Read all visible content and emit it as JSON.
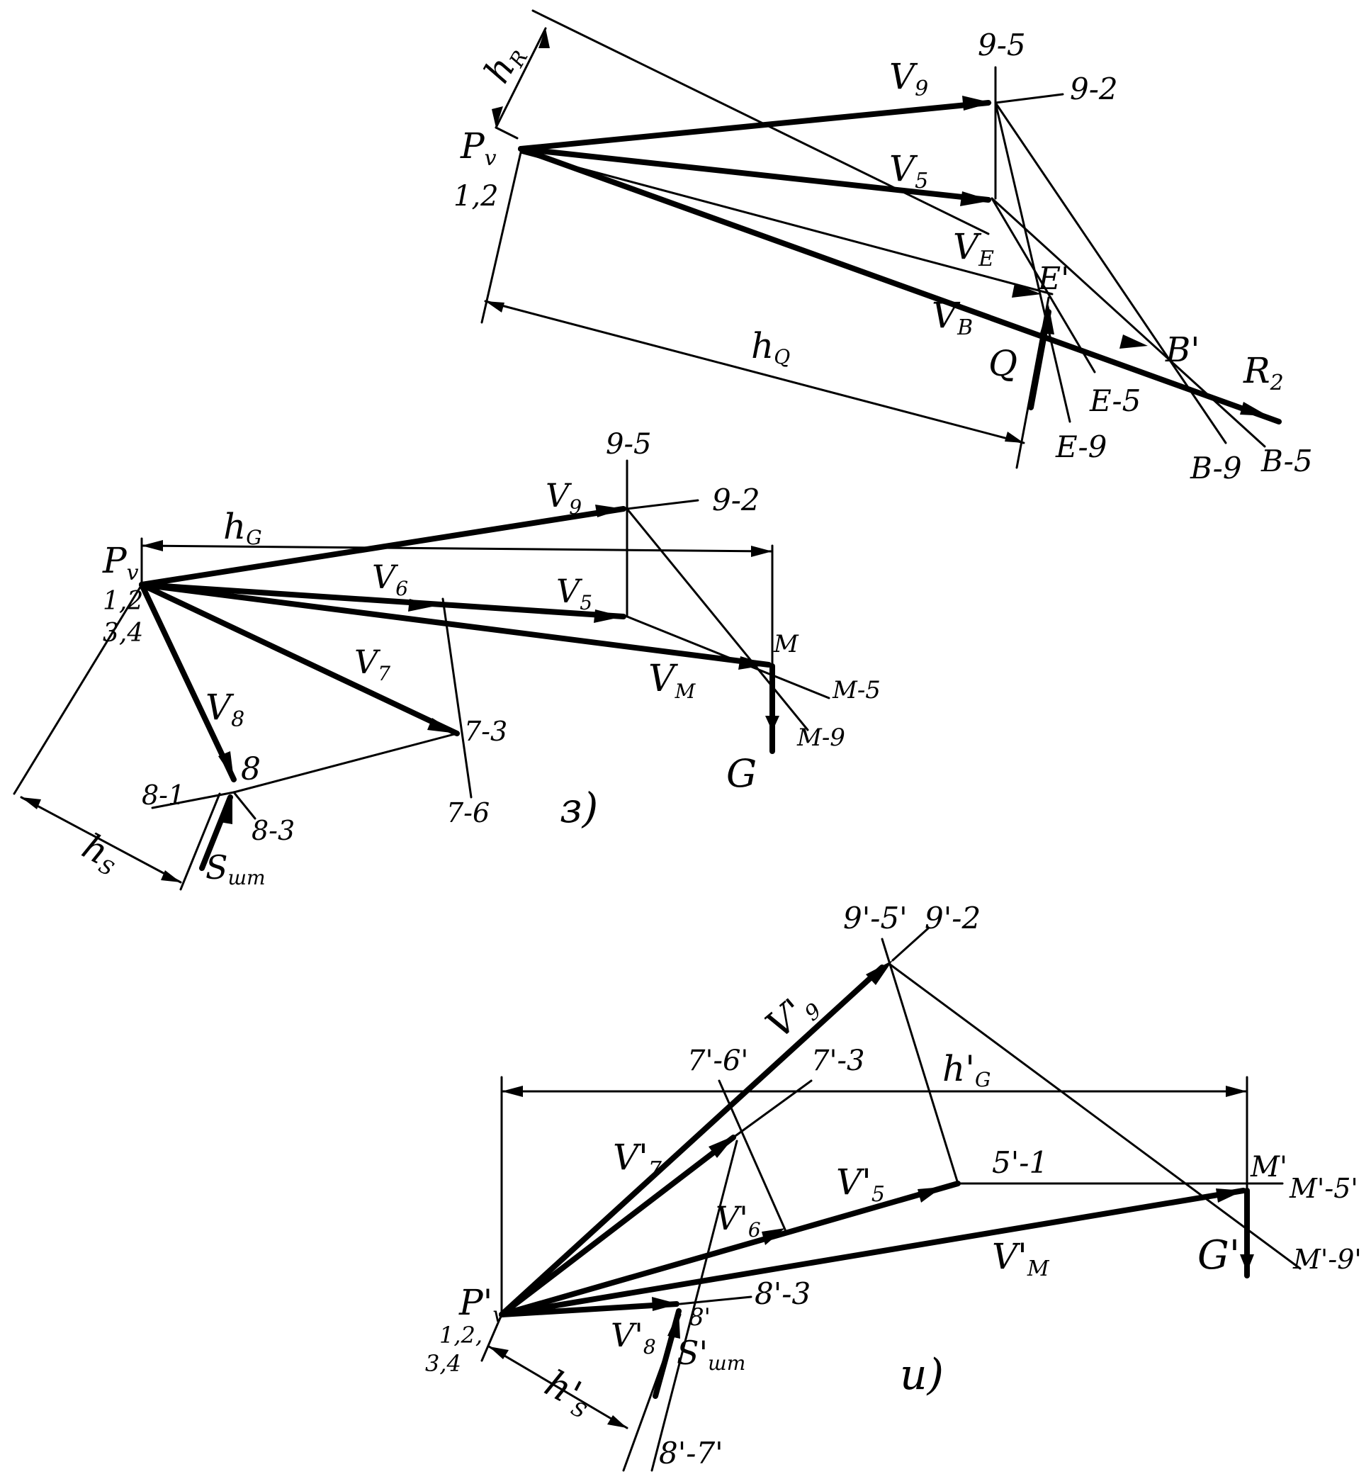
{
  "diagram_top": {
    "pole": "P",
    "pole_sub": "v",
    "pole_groups": "1,2",
    "h_r": "h",
    "h_r_sub": "R",
    "h_q": "h",
    "h_q_sub": "Q",
    "v9": "V",
    "v9_sub": "9",
    "v5": "V",
    "v5_sub": "5",
    "ve": "V",
    "ve_sub": "E",
    "vb": "V",
    "vb_sub": "B",
    "q": "Q",
    "r2": "R",
    "r2_sub": "2",
    "e_point": "E'",
    "b_point": "B'",
    "l_9_5": "9-5",
    "l_9_2": "9-2",
    "l_e_5": "E-5",
    "l_e_9": "E-9",
    "l_b_9": "B-9",
    "l_b_5": "B-5"
  },
  "diagram_mid": {
    "pole": "P",
    "pole_sub": "v",
    "pole_groups_1": "1,2",
    "pole_groups_2": "3,4",
    "h_g": "h",
    "h_g_sub": "G",
    "h_s": "h",
    "h_s_sub": "S",
    "v9": "V",
    "v9_sub": "9",
    "v6": "V",
    "v6_sub": "6",
    "v5": "V",
    "v5_sub": "5",
    "v7": "V",
    "v7_sub": "7",
    "v8": "V",
    "v8_sub": "8",
    "vm": "V",
    "vm_sub": "M",
    "point_m": "M",
    "point_8": "8",
    "g": "G",
    "s": "S",
    "s_sub": "шт",
    "l_9_5": "9-5",
    "l_9_2": "9-2",
    "l_m_5": "M-5",
    "l_m_9": "M-9",
    "l_7_3": "7-3",
    "l_7_6": "7-6",
    "l_8_1": "8-1",
    "l_8_3": "8-3",
    "panel_label": "з)"
  },
  "diagram_bottom": {
    "pole": "P'",
    "pole_sub": "v",
    "pole_groups_1": "1,2,",
    "pole_groups_2": "3,4",
    "h_g": "h'",
    "h_g_sub": "G",
    "h_s": "h'",
    "h_s_sub": "S",
    "v9": "V'",
    "v9_sub": "9",
    "v7": "V'",
    "v7_sub": "7",
    "v6": "V'",
    "v6_sub": "6",
    "v5": "V'",
    "v5_sub": "5",
    "vm": "V'",
    "vm_sub": "M",
    "v8": "V'",
    "v8_sub": "8",
    "point_m": "M'",
    "point_8": "8'",
    "g": "G'",
    "s": "S'",
    "s_sub": "шт",
    "l_9_5": "9'-5'",
    "l_9_2": "9'-2",
    "l_7_6": "7'-6'",
    "l_7_3": "7'-3",
    "l_5_1": "5'-1",
    "l_m_5": "M'-5'",
    "l_m_9": "M'-9'",
    "l_8_3": "8'-3",
    "l_8_7": "8'-7'",
    "panel_label": "и)"
  }
}
